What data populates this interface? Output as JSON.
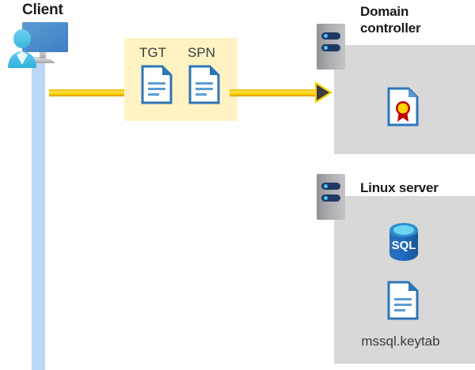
{
  "diagram": {
    "title": "Kerberos authentication flow: Client to Domain controller and Linux server",
    "background_color": "#ffffff"
  },
  "client": {
    "label": "Client",
    "icon": "client-computer-user-icon",
    "lifeline_color": "#bcd7f7"
  },
  "flow": {
    "highlight_panel_color": "#fff3c4",
    "arrow_color": "#ffd400",
    "arrow_head_color": "#3b3b42",
    "documents": [
      {
        "caption": "TGT",
        "icon": "document-icon"
      },
      {
        "caption": "SPN",
        "icon": "document-icon"
      }
    ]
  },
  "domain_controller": {
    "label_line1": "Domain",
    "label_line2": "controller",
    "server_icon": "server-rack-icon",
    "box_color": "#d8d8d8",
    "contents": [
      {
        "icon": "certificate-document-icon",
        "caption": ""
      }
    ]
  },
  "linux_server": {
    "label": "Linux server",
    "server_icon": "server-rack-icon",
    "box_color": "#d8d8d8",
    "contents": [
      {
        "icon": "sql-database-icon",
        "caption": "SQL"
      },
      {
        "icon": "keytab-document-icon",
        "caption": "mssql.keytab"
      }
    ]
  }
}
